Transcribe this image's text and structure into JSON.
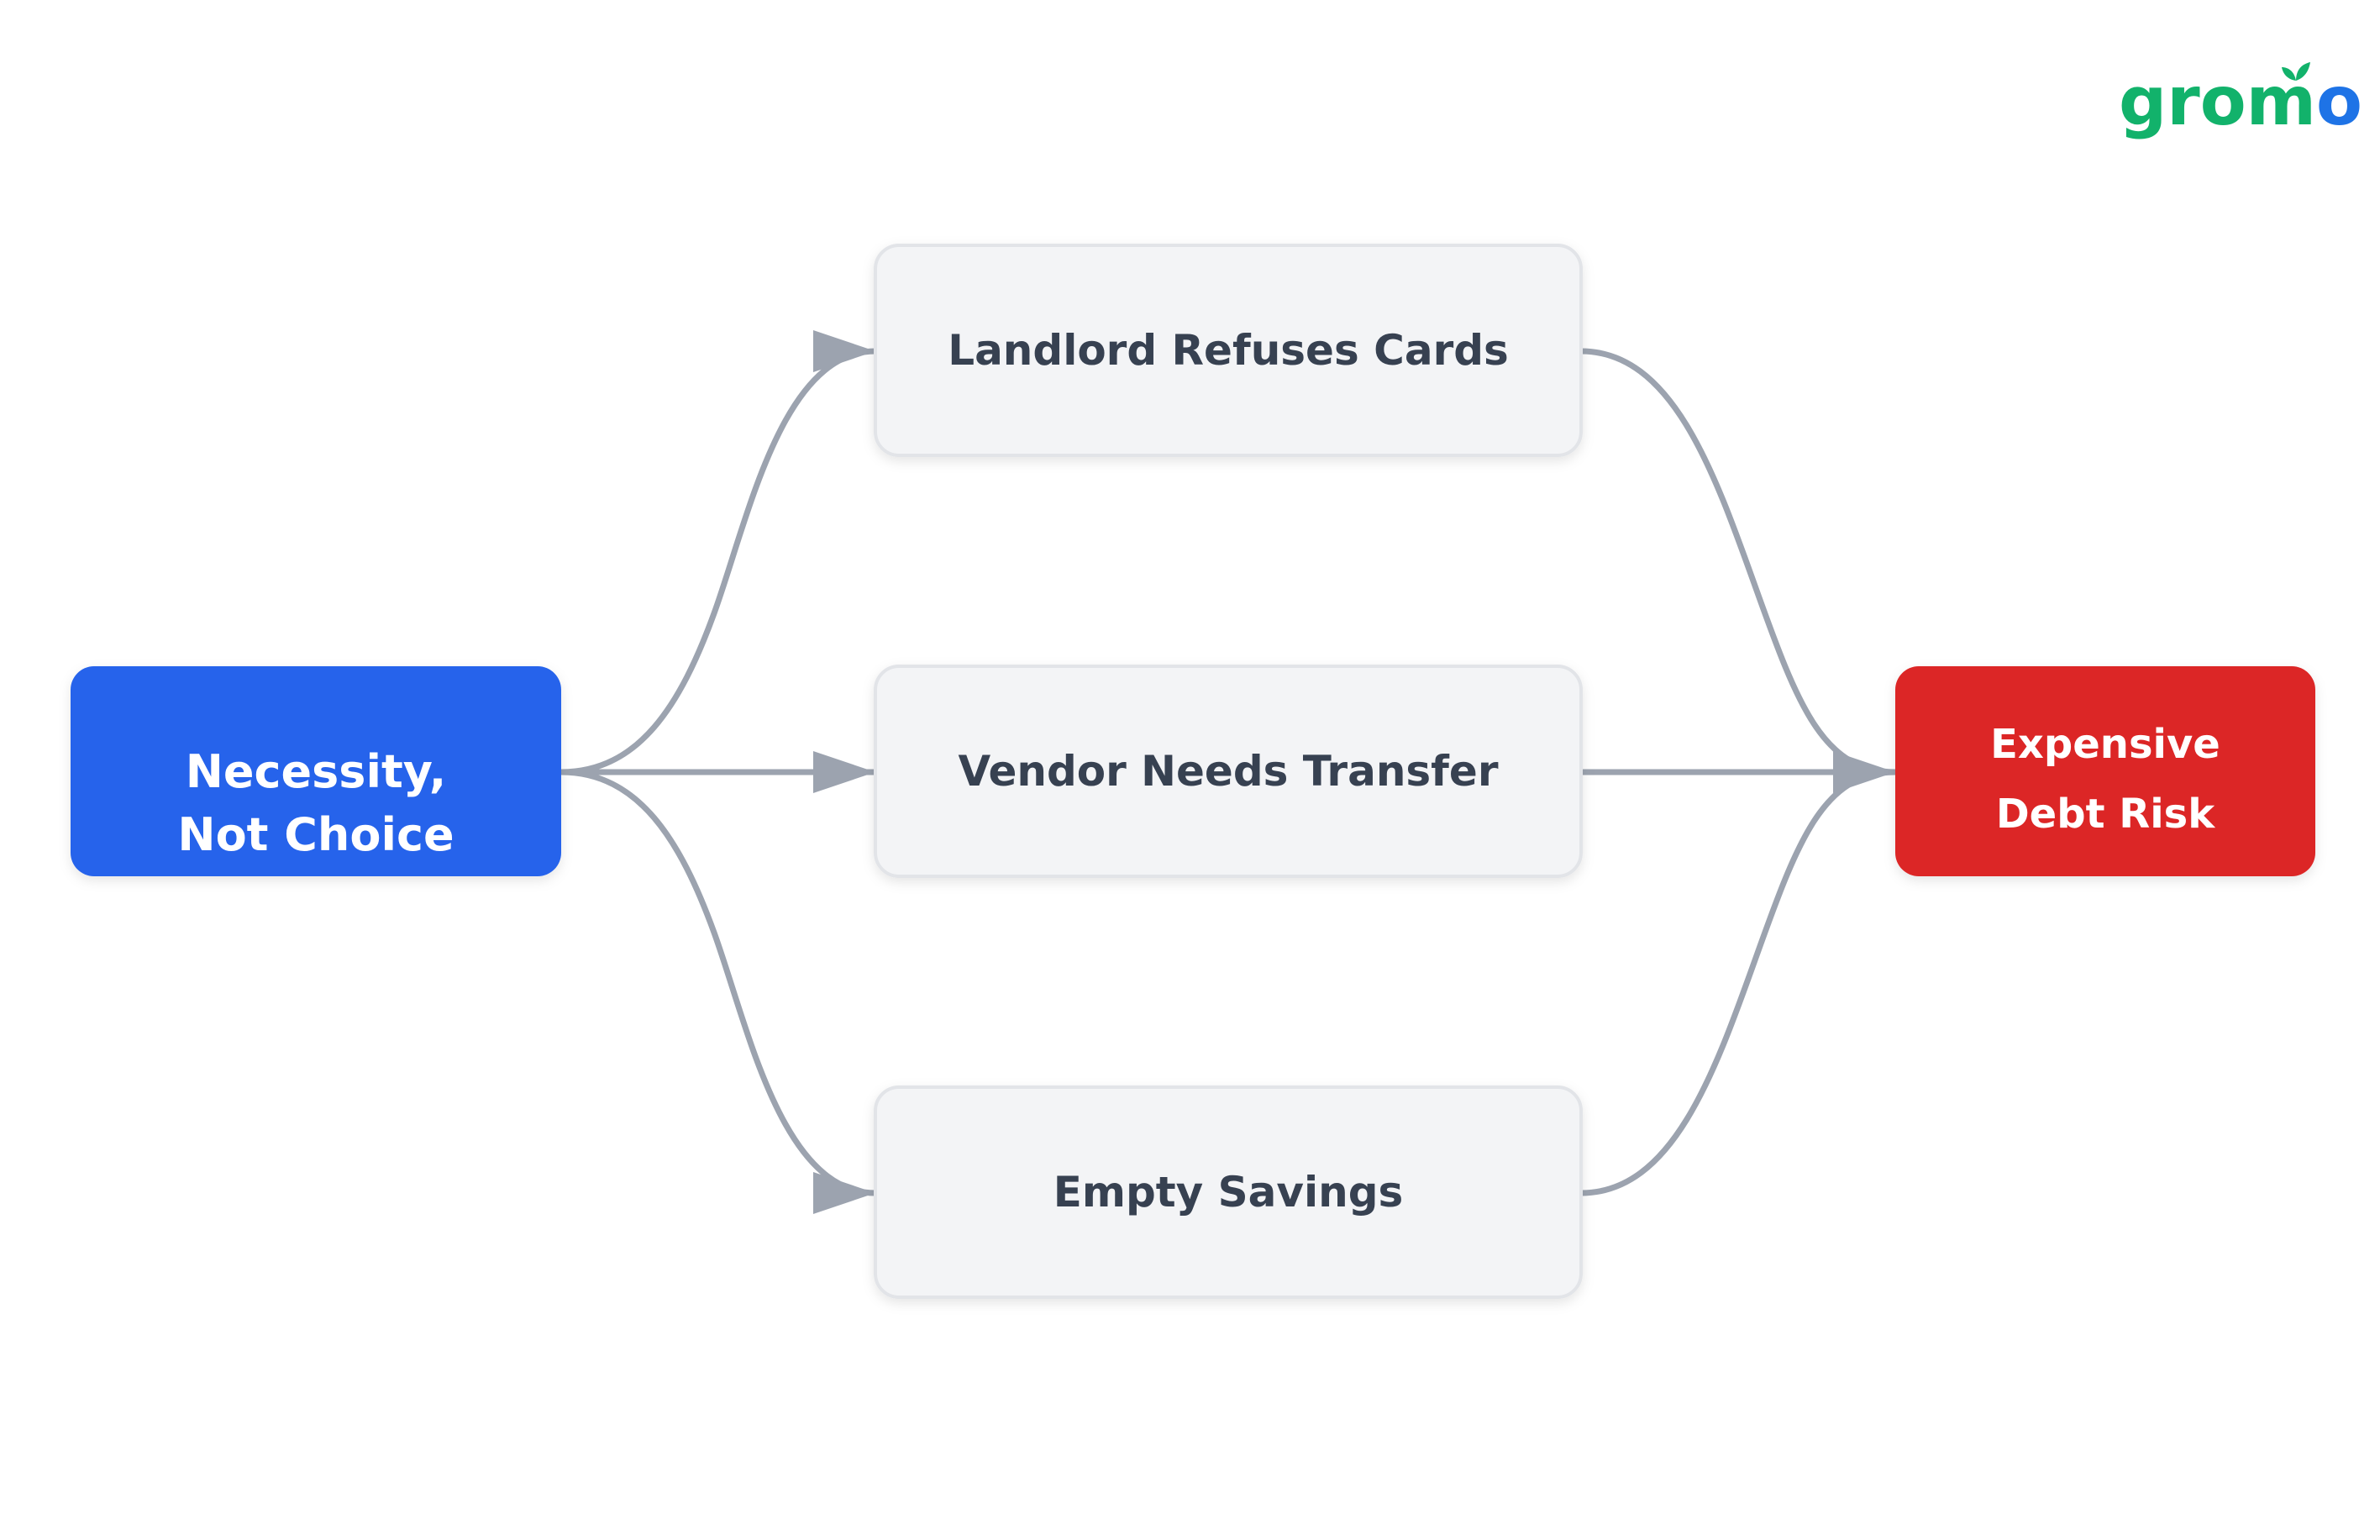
{
  "diagram": {
    "source": {
      "line1": "Necessity,",
      "line2": "Not Choice"
    },
    "middle": [
      {
        "label": "Landlord Refuses Cards"
      },
      {
        "label": "Vendor Needs Transfer"
      },
      {
        "label": "Empty Savings"
      }
    ],
    "target": {
      "line1": "Expensive",
      "line2": "Debt Risk"
    }
  },
  "brand": {
    "part1": "grom",
    "part2": "o",
    "green": "#12b26b",
    "blue": "#1e73e6"
  },
  "colors": {
    "source_fill": "#2563eb",
    "target_fill": "#dc2626",
    "middle_fill": "#f3f4f6",
    "middle_stroke": "#e2e4e8",
    "middle_text": "#374151",
    "edge": "#9ca3af"
  },
  "icons": {
    "logo_accent": "rupee-sprout-icon"
  }
}
